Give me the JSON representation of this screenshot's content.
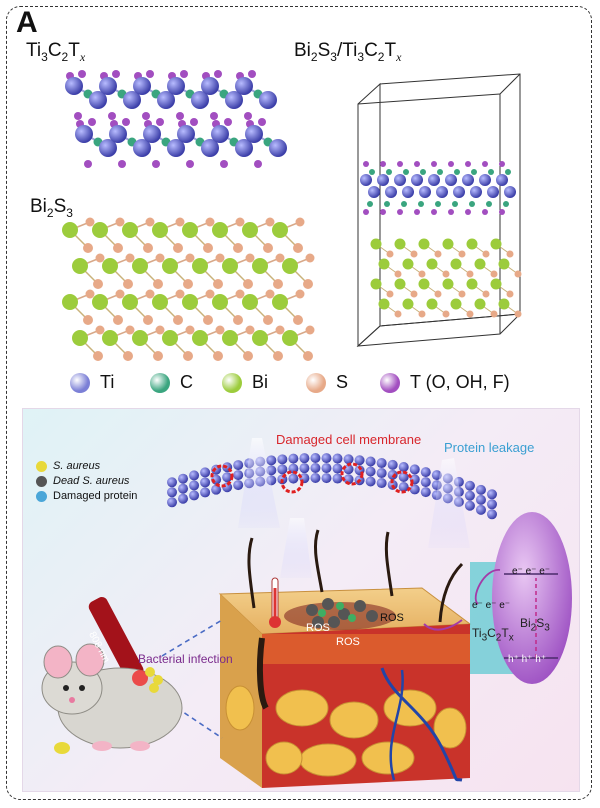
{
  "panel_letter": "A",
  "structures": {
    "ti3c2tx": {
      "main": "Ti",
      "s1": "3",
      "m2": "C",
      "s2": "2",
      "m3": "T",
      "s3": "x"
    },
    "bi2s3": {
      "main": "Bi",
      "s1": "2",
      "m2": "S",
      "s2": "3"
    },
    "composite": {
      "a": "Bi",
      "a1": "2",
      "b": "S",
      "b1": "3",
      "sep": "/Ti",
      "c1": "3",
      "d": "C",
      "d1": "2",
      "e": "T",
      "e1": "x"
    }
  },
  "legend": [
    {
      "label": "Ti",
      "color": "#7b7fd6"
    },
    {
      "label": "C",
      "color": "#3aa57f"
    },
    {
      "label": "Bi",
      "color": "#9ccc3c"
    },
    {
      "label": "S",
      "color": "#e7a988"
    },
    {
      "label": "T (O, OH, F)",
      "color": "#a24ec0"
    }
  ],
  "bottom": {
    "damaged_membrane": "Damaged cell membrane",
    "protein_leakage": "Protein leakage",
    "legend_items": [
      {
        "label": "S. aureus",
        "color": "#e8d93a"
      },
      {
        "label": "Dead S. aureus",
        "color": "#555555"
      },
      {
        "label": "Damaged protein",
        "color": "#4aa6d8"
      }
    ],
    "ros1": "ROS",
    "ros2": "ROS",
    "ros3": "ROS",
    "laser": "808 nm",
    "infection": "Bacterial infection",
    "band_e": "e⁻ e⁻ e⁻",
    "band_e2": "e⁻ e⁻ e⁻",
    "band_h": "h⁺ h⁺ h⁺",
    "bi2s3_label": {
      "a": "Bi",
      "a1": "2",
      "b": "S",
      "b1": "3"
    },
    "ti3c2_label": {
      "a": "Ti",
      "a1": "3",
      "b": "C",
      "b1": "2",
      "c": "T",
      "c1": "x"
    }
  }
}
